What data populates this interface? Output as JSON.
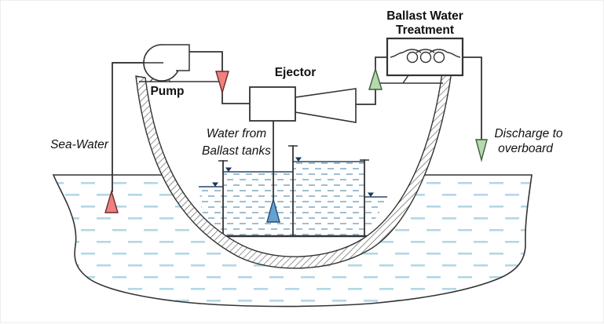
{
  "diagram": {
    "components": {
      "pump_label": "Pump",
      "ejector_label": "Ejector",
      "treatment_label_line1": "Ballast Water",
      "treatment_label_line2": "Treatment"
    },
    "flows": {
      "sea_water": "Sea-Water",
      "ballast_water_line1": "Water from",
      "ballast_water_line2": "Ballast tanks",
      "discharge_line1": "Discharge to",
      "discharge_line2": "overboard"
    },
    "icons": {
      "pump": "centrifugal-pump-symbol",
      "ejector": "ejector-venturi-symbol",
      "treatment_unit": "coil-symbol",
      "sea_suction_arrow": "up-arrow-red",
      "pump_discharge_arrow": "down-arrow-red",
      "ballast_suction_arrow": "up-arrow-blue",
      "treated_water_arrow": "up-arrow-green",
      "overboard_arrow": "down-arrow-green",
      "water_level_marker": "down-triangle-navy"
    },
    "colors": {
      "line": "#333333",
      "sea_dash": "#b3d7e6",
      "tank_dash": "#9fbdd1",
      "water_level_line": "#2a4563",
      "water_level_marker": "#17365d",
      "red_arrow_fill": "#f08080",
      "red_arrow_stroke": "#6b2b2b",
      "green_arrow_fill": "#b5d9ad",
      "green_arrow_stroke": "#3d5c3d",
      "blue_arrow_fill": "#63a0d4",
      "blue_arrow_stroke": "#2a4a6a"
    }
  }
}
